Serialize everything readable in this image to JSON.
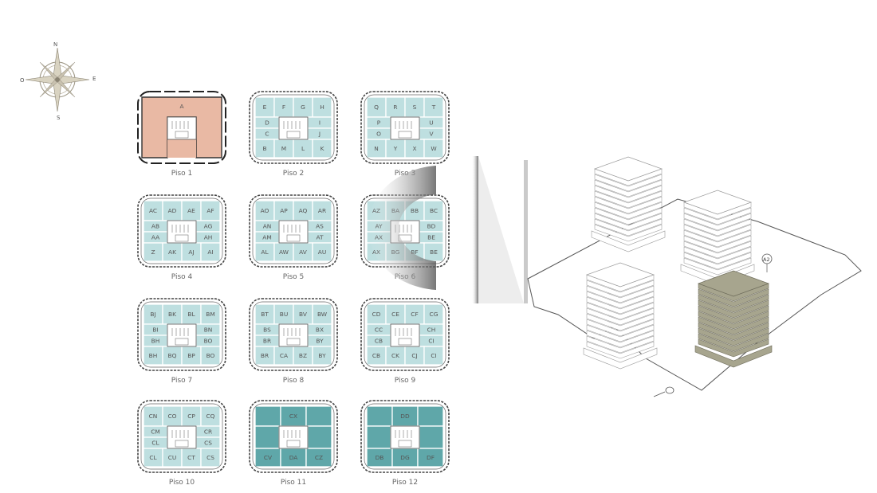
{
  "compass": {
    "n": "N",
    "s": "S",
    "e": "E",
    "w": "O"
  },
  "colors": {
    "selected": "#e9b9a4",
    "available": "#bedfe0",
    "dark": "#5fa7a9",
    "outline": "#444444",
    "building": "#a7a58e"
  },
  "floors": [
    {
      "label": "Piso 1",
      "state": "selected",
      "grid": "one",
      "units": [
        "A"
      ]
    },
    {
      "label": "Piso 2",
      "state": "available",
      "grid": "4x3",
      "units": [
        "E",
        "F",
        "G",
        "H",
        "D",
        "I",
        "C",
        "J",
        "B",
        "M",
        "L",
        "K"
      ]
    },
    {
      "label": "Piso 3",
      "state": "available",
      "grid": "4x3",
      "units": [
        "Q",
        "R",
        "S",
        "T",
        "P",
        "U",
        "O",
        "V",
        "N",
        "Y",
        "X",
        "W"
      ]
    },
    {
      "label": "Piso 4",
      "state": "available",
      "grid": "4x3",
      "units": [
        "AC",
        "AD",
        "AE",
        "AF",
        "AB",
        "AG",
        "AA",
        "AH",
        "Z",
        "AK",
        "AJ",
        "AI"
      ]
    },
    {
      "label": "Piso 5",
      "state": "available",
      "grid": "4x3",
      "units": [
        "AO",
        "AP",
        "AQ",
        "AR",
        "AN",
        "AS",
        "AM",
        "AT",
        "AL",
        "AW",
        "AV",
        "AU"
      ]
    },
    {
      "label": "Piso 6",
      "state": "available",
      "grid": "4x3",
      "units": [
        "AZ",
        "BA",
        "BB",
        "BC",
        "AY",
        "BD",
        "AX",
        "BE",
        "AX",
        "BG",
        "BF",
        "BE"
      ]
    },
    {
      "label": "Piso 7",
      "state": "available",
      "grid": "4x3",
      "units": [
        "BJ",
        "BK",
        "BL",
        "BM",
        "BI",
        "BN",
        "BH",
        "BO",
        "BH",
        "BQ",
        "BP",
        "BO"
      ]
    },
    {
      "label": "Piso 8",
      "state": "available",
      "grid": "4x3",
      "units": [
        "BT",
        "BU",
        "BV",
        "BW",
        "BS",
        "BX",
        "BR",
        "BY",
        "BR",
        "CA",
        "BZ",
        "BY"
      ]
    },
    {
      "label": "Piso 9",
      "state": "available",
      "grid": "4x3",
      "units": [
        "CD",
        "CE",
        "CF",
        "CG",
        "CC",
        "CH",
        "CB",
        "CI",
        "CB",
        "CK",
        "CJ",
        "CI"
      ]
    },
    {
      "label": "Piso 10",
      "state": "available",
      "grid": "4x3",
      "units": [
        "CN",
        "CO",
        "CP",
        "CQ",
        "CM",
        "CR",
        "CL",
        "CS",
        "CL",
        "CU",
        "CT",
        "CS"
      ]
    },
    {
      "label": "Piso 11",
      "state": "dark",
      "grid": "3x2",
      "units": [
        "",
        "CX",
        "",
        "CV",
        "DA",
        "CZ"
      ]
    },
    {
      "label": "Piso 12",
      "state": "dark",
      "grid": "3x2",
      "units": [
        "",
        "DD",
        "",
        "DB",
        "DG",
        "DF"
      ]
    }
  ],
  "site": {
    "marker": "A2"
  }
}
